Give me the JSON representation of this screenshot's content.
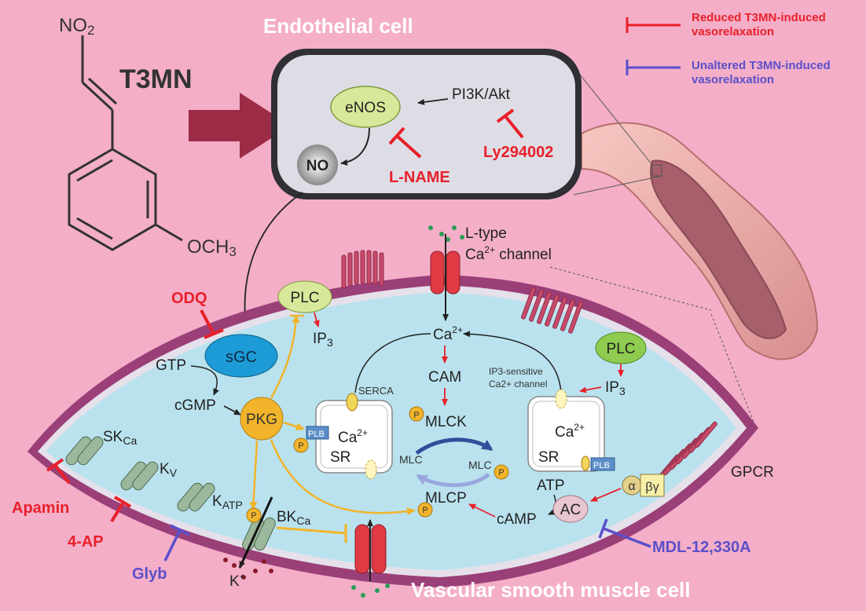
{
  "colors": {
    "background": "#f4aec8",
    "reduced": "#e8202a",
    "unaltered": "#5b4fc9",
    "cytoplasm": "#b9e2ee",
    "membrane": "#9b3f78",
    "pathway_arrow": "#f2b42a"
  },
  "legend": {
    "reduced_line1": "Reduced T3MN-induced",
    "reduced_line2": "vasorelaxation",
    "unaltered_line1": "Unaltered T3MN-induced",
    "unaltered_line2": "vasorelaxation"
  },
  "molecule": {
    "name": "T3MN",
    "no2_main": "NO",
    "no2_sub": "2",
    "och3_main": "OCH",
    "och3_sub": "3"
  },
  "endothelial": {
    "title": "Endothelial cell",
    "enos": "eNOS",
    "pi3k": "PI3K/Akt",
    "no": "NO",
    "lname": "L-NAME",
    "ly": "Ly294002"
  },
  "vsmc": {
    "title": "Vascular smooth muscle cell",
    "ltype_line1": "L-type",
    "ltype_ca": "Ca",
    "ltype_ca_sup": "2+",
    "ltype_channel": " channel",
    "odq": "ODQ",
    "sgc": "sGC",
    "gtp": "GTP",
    "cgmp": "cGMP",
    "pkg": "PKG",
    "plc1": "PLC",
    "ip3_1_main": "IP",
    "ip3_1_sub": "3",
    "plc2": "PLC",
    "ip3_2_main": "IP",
    "ip3_2_sub": "3",
    "ca_center": "Ca",
    "ca_sup": "2+",
    "cam": "CAM",
    "mlck": "MLCK",
    "mlc_left": "MLC",
    "mlc_right": "MLC",
    "mlcp": "MLCP",
    "serca": "SERCA",
    "ip3r_line1": "IP3-sensitive",
    "ip3r_line2": "Ca2+ channel",
    "sr_left": "SR",
    "sr_right": "SR",
    "sr_ca_left": "Ca",
    "sr_ca_right": "Ca",
    "plb_left": "PLB",
    "plb_right": "PLB",
    "atp": "ATP",
    "camp": "cAMP",
    "ac": "AC",
    "alpha": "α",
    "betagamma": "βγ",
    "gpcr": "GPCR",
    "p": "P",
    "skca_main": "SK",
    "skca_sub": "Ca",
    "kv_main": "K",
    "kv_sub": "V",
    "katp_main": "K",
    "katp_sub": "ATP",
    "bkca_main": "BK",
    "bkca_sub": "Ca",
    "kplus_main": "K",
    "kplus_sup": "+"
  },
  "inhibitors": {
    "apamin": "Apamin",
    "four_ap": "4-AP",
    "glyb": "Glyb",
    "mdl": "MDL-12,330A"
  }
}
